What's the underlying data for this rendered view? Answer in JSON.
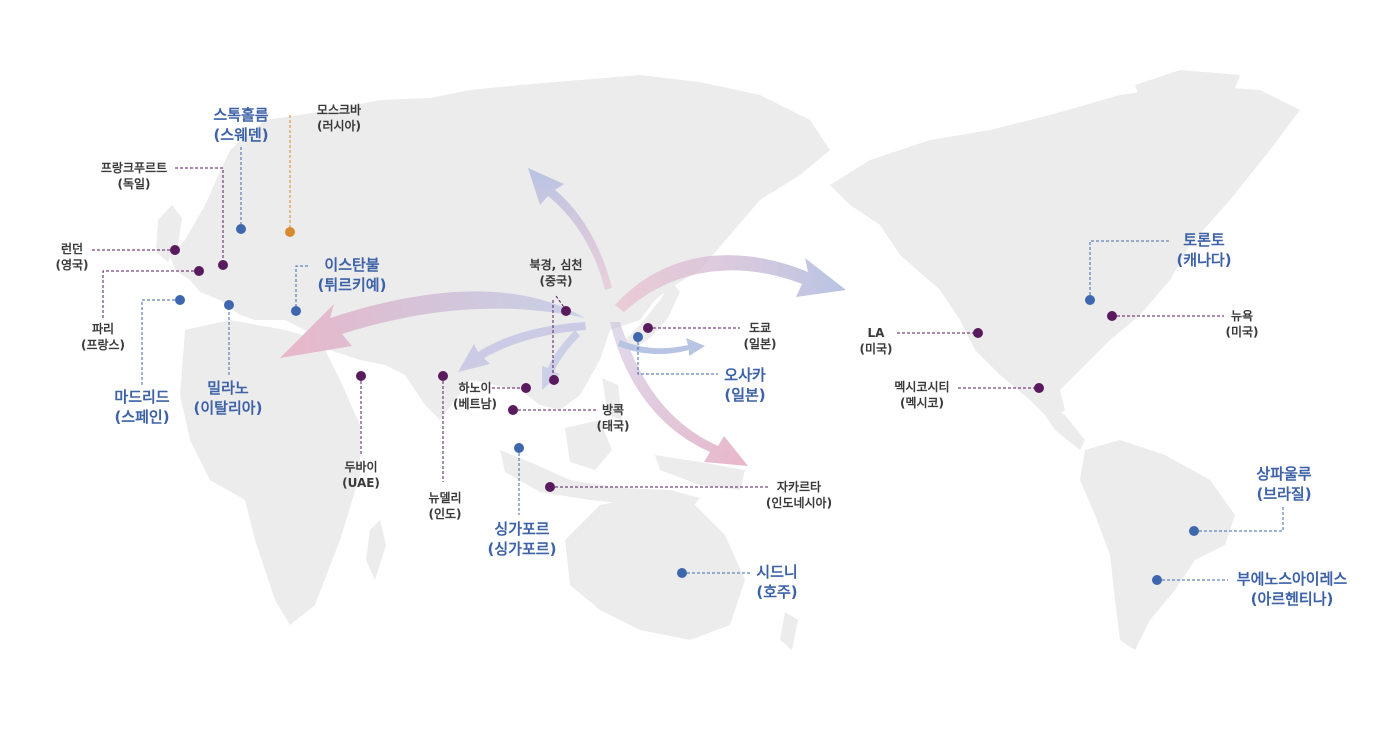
{
  "colors": {
    "land": "#ececec",
    "purple_marker": "#5a1a5e",
    "blue_marker": "#3f67ad",
    "orange_marker": "#d98a2c",
    "blue_text": "#3d62a8",
    "dark_text": "#3a3a3a",
    "arrow_pink": "#eab6c8",
    "arrow_blue": "#b7c4e4"
  },
  "cities": {
    "stockholm": {
      "name": "스톡홀름",
      "country": "(스웨덴)",
      "style": "blue"
    },
    "moscow": {
      "name": "모스크바",
      "country": "(러시아)",
      "style": "dark"
    },
    "frankfurt": {
      "name": "프랑크푸르트",
      "country": "(독일)",
      "style": "dark"
    },
    "london": {
      "name": "런던",
      "country": "(영국)",
      "style": "dark"
    },
    "paris": {
      "name": "파리",
      "country": "(프랑스)",
      "style": "dark"
    },
    "madrid": {
      "name": "마드리드",
      "country": "(스페인)",
      "style": "blue"
    },
    "milan": {
      "name": "밀라노",
      "country": "(이탈리아)",
      "style": "blue"
    },
    "istanbul": {
      "name": "이스탄불",
      "country": "(튀르키예)",
      "style": "blue"
    },
    "dubai": {
      "name": "두바이",
      "country": "(UAE)",
      "style": "dark"
    },
    "newdelhi": {
      "name": "뉴델리",
      "country": "(인도)",
      "style": "dark"
    },
    "hanoi": {
      "name": "하노이",
      "country": "(베트남)",
      "style": "dark"
    },
    "bangkok": {
      "name": "방콕",
      "country": "(태국)",
      "style": "dark"
    },
    "singapore": {
      "name": "싱가포르",
      "country": "(싱가포르)",
      "style": "blue"
    },
    "beijing": {
      "name": "북경, 심천",
      "country": "(중국)",
      "style": "dark"
    },
    "tokyo": {
      "name": "도쿄",
      "country": "(일본)",
      "style": "dark"
    },
    "osaka": {
      "name": "오사카",
      "country": "(일본)",
      "style": "blue"
    },
    "jakarta": {
      "name": "자카르타",
      "country": "(인도네시아)",
      "style": "dark"
    },
    "sydney": {
      "name": "시드니",
      "country": "(호주)",
      "style": "blue"
    },
    "la": {
      "name": "LA",
      "country": "(미국)",
      "style": "dark"
    },
    "mexicocity": {
      "name": "멕시코시티",
      "country": "(멕시코)",
      "style": "dark"
    },
    "toronto": {
      "name": "토론토",
      "country": "(캐나다)",
      "style": "blue"
    },
    "newyork": {
      "name": "뉴욕",
      "country": "(미국)",
      "style": "dark"
    },
    "saopaulo": {
      "name": "상파울루",
      "country": "(브라질)",
      "style": "blue"
    },
    "buenosaires": {
      "name": "부에노스아이레스",
      "country": "(아르헨티나)",
      "style": "blue"
    }
  }
}
